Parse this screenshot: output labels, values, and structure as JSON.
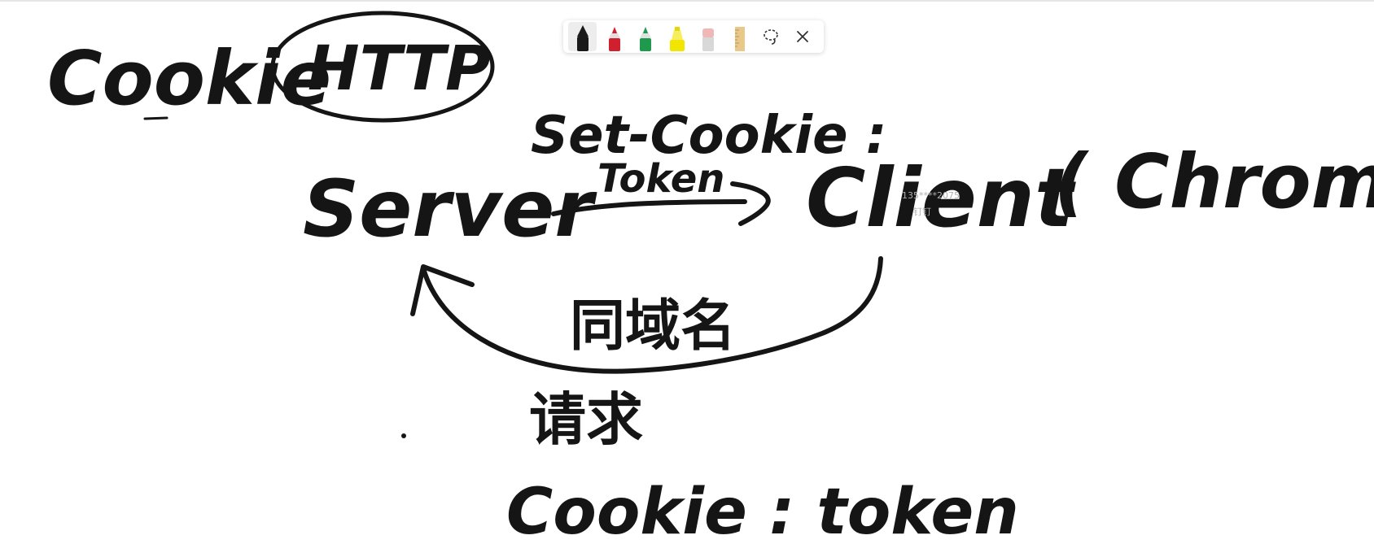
{
  "whiteboard": {
    "title_cookie": "Cookie",
    "title_http": "HTTP",
    "set_cookie_label": "Set-Cookie :",
    "token_label": "Token",
    "server_label": "Server",
    "client_label": "Client",
    "chrome_label": "( Chrome )",
    "same_domain_label": "同域名",
    "request_label": "请求",
    "cookie_token_label": "Cookie :  token",
    "ink_color": "#151515"
  },
  "toolbar": {
    "tools": [
      {
        "name": "black-pen-icon",
        "color": "#1a1a1a",
        "active": true
      },
      {
        "name": "red-pen-icon",
        "color": "#d0202e",
        "active": false
      },
      {
        "name": "green-pen-icon",
        "color": "#1f9a4d",
        "active": false
      },
      {
        "name": "yellow-highlighter-icon",
        "color": "#f2e600",
        "active": false
      },
      {
        "name": "eraser-icon",
        "color": "#f0b7b7",
        "active": false
      },
      {
        "name": "ruler-icon",
        "color": "#e8c98a",
        "active": false
      },
      {
        "name": "lasso-icon",
        "color": "#333333",
        "active": false
      },
      {
        "name": "close-icon",
        "color": "#333333",
        "active": false
      }
    ]
  },
  "watermark": {
    "line1": "135****2075",
    "line2": "钉钉"
  }
}
